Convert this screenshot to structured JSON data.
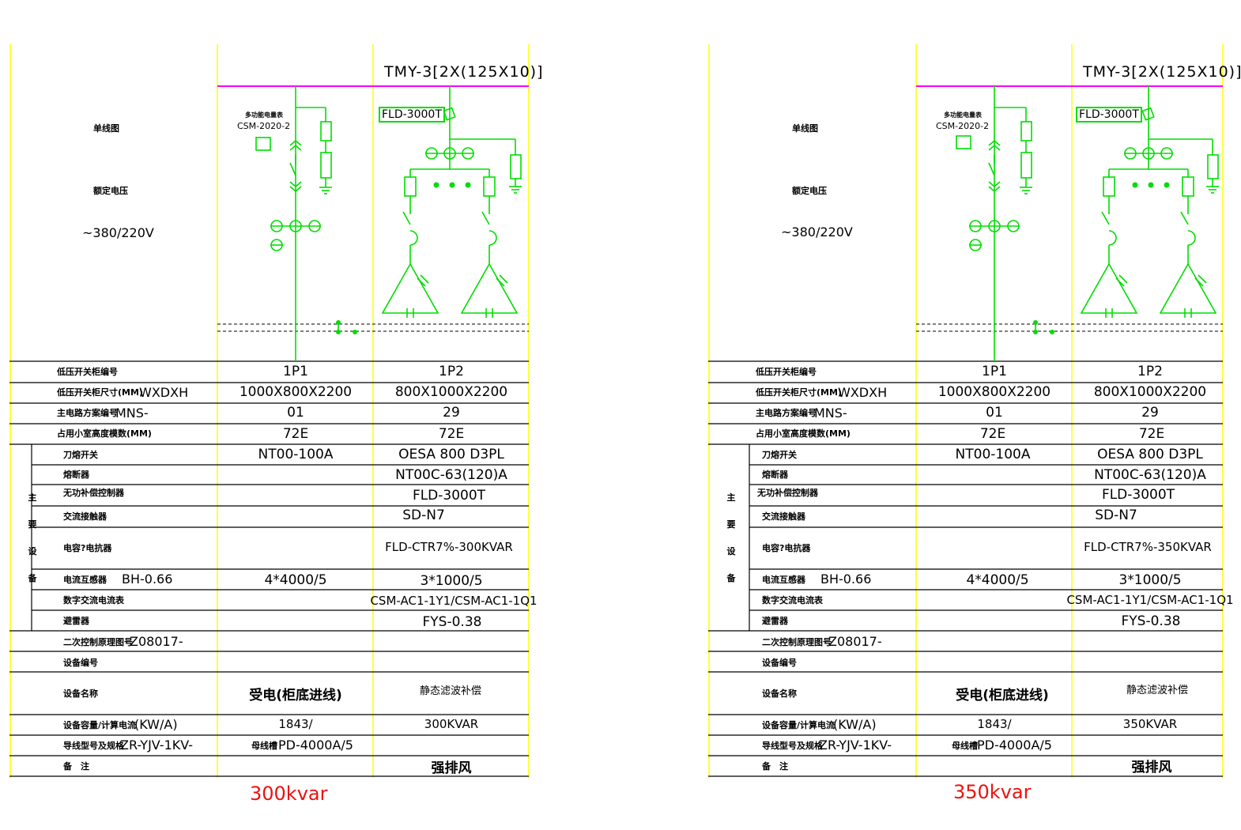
{
  "panels": [
    {
      "busbar": "TMY-3[2X(125X10)]",
      "meter_label": "多功能电量表",
      "meter_model": "CSM-2020-2",
      "controller_box": "FLD-3000T",
      "left_labels": {
        "single_line": "单线图",
        "rated_voltage": "额定电压",
        "voltage_value": "~380/220V",
        "cabinet_no": "低压开关柜编号",
        "size_label": "低压开关柜尺寸(MM)",
        "size_suffix": "WXDXH",
        "scheme_label": "主电路方案编号",
        "scheme_suffix": "MNS-",
        "height_label": "占用小室高度模数(MM)",
        "main_vertical": [
          "主",
          "要",
          "设",
          "备"
        ],
        "knife_fuse": "刀熔开关",
        "fuse": "熔断器",
        "reactive_ctrl": "无功补偿控制器",
        "contactor": "交流接触器",
        "capacitor": "电容?电抗器",
        "ct_label": "电流互感器",
        "ct_model": "BH-0.66",
        "ammeter": "数字交流电流表",
        "arrester": "避雷器",
        "secondary_label": "二次控制原理图号",
        "secondary_suffix": "Z08017-",
        "device_no": "设备编号",
        "device_name": "设备名称",
        "capacity_label": "设备容量/计算电流",
        "capacity_unit": "(KW/A)",
        "wire_label": "导线型号及规格",
        "wire_value": "ZR-YJV-1KV-",
        "remark": "备　注"
      },
      "col1": {
        "cabinet_no": "1P1",
        "size": "1000X800X2200",
        "scheme": "01",
        "height": "72E",
        "knife_fuse": "NT00-100A",
        "ct": "4*4000/5",
        "device_name": "受电(柜底进线)",
        "capacity": "1843/",
        "busway_label": "母线槽",
        "busway_value": "PD-4000A/5"
      },
      "col2": {
        "cabinet_no": "1P2",
        "size": "800X1000X2200",
        "scheme": "29",
        "height": "72E",
        "knife_fuse": "OESA 800 D3PL",
        "fuse": "NT00C-63(120)A",
        "reactive_ctrl": "FLD-3000T",
        "contactor": "SD-N7",
        "capacitor": "FLD-CTR7%-300KVAR",
        "ct": "3*1000/5",
        "ammeter": "CSM-AC1-1Y1/CSM-AC1-1Q1",
        "arrester": "FYS-0.38",
        "device_name": "静态滤波补偿",
        "capacity": "300KVAR",
        "remark": "强排风"
      },
      "caption": "300kvar"
    },
    {
      "busbar": "TMY-3[2X(125X10)]",
      "meter_label": "多功能电量表",
      "meter_model": "CSM-2020-2",
      "controller_box": "FLD-3000T",
      "left_labels": {
        "single_line": "单线图",
        "rated_voltage": "额定电压",
        "voltage_value": "~380/220V",
        "cabinet_no": "低压开关柜编号",
        "size_label": "低压开关柜尺寸(MM)",
        "size_suffix": "WXDXH",
        "scheme_label": "主电路方案编号",
        "scheme_suffix": "MNS-",
        "height_label": "占用小室高度模数(MM)",
        "main_vertical": [
          "主",
          "要",
          "设",
          "备"
        ],
        "knife_fuse": "刀熔开关",
        "fuse": "熔断器",
        "reactive_ctrl": "无功补偿控制器",
        "contactor": "交流接触器",
        "capacitor": "电容?电抗器",
        "ct_label": "电流互感器",
        "ct_model": "BH-0.66",
        "ammeter": "数字交流电流表",
        "arrester": "避雷器",
        "secondary_label": "二次控制原理图号",
        "secondary_suffix": "Z08017-",
        "device_no": "设备编号",
        "device_name": "设备名称",
        "capacity_label": "设备容量/计算电流",
        "capacity_unit": "(KW/A)",
        "wire_label": "导线型号及规格",
        "wire_value": "ZR-YJV-1KV-",
        "remark": "备　注"
      },
      "col1": {
        "cabinet_no": "1P1",
        "size": "1000X800X2200",
        "scheme": "01",
        "height": "72E",
        "knife_fuse": "NT00-100A",
        "ct": "4*4000/5",
        "device_name": "受电(柜底进线)",
        "capacity": "1843/",
        "busway_label": "母线槽",
        "busway_value": "PD-4000A/5"
      },
      "col2": {
        "cabinet_no": "1P2",
        "size": "800X1000X2200",
        "scheme": "29",
        "height": "72E",
        "knife_fuse": "OESA 800 D3PL",
        "fuse": "NT00C-63(120)A",
        "reactive_ctrl": "FLD-3000T",
        "contactor": "SD-N7",
        "capacitor": "FLD-CTR7%-350KVAR",
        "ct": "3*1000/5",
        "ammeter": "CSM-AC1-1Y1/CSM-AC1-1Q1",
        "arrester": "FYS-0.38",
        "device_name": "静态滤波补偿",
        "capacity": "350KVAR",
        "remark": "强排风"
      },
      "caption": "350kvar"
    }
  ],
  "colors": {
    "frame": "#ffff00",
    "busbar": "#ff00ff",
    "circuit": "#00dd00",
    "caption": "#ee1111"
  }
}
